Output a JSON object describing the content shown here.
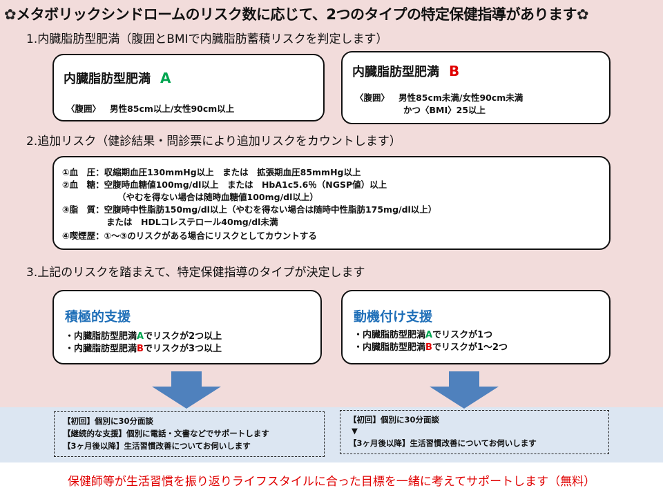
{
  "title": {
    "flower_left": "✿",
    "text": "メタボリックシンドロームのリスク数に応じて、2つのタイプの特定保健指導があります",
    "flower_right": "✿"
  },
  "section1": {
    "heading": "1.内臓脂肪型肥満（腹囲とBMIで内臓脂肪蓄積リスクを判定します）",
    "boxA": {
      "title": "内臓脂肪型肥満",
      "letter": "A",
      "label": "〈腹囲〉",
      "criteria": "男性85cm以上/女性90cm以上"
    },
    "boxB": {
      "title": "内臓脂肪型肥満",
      "letter": "B",
      "label": "〈腹囲〉",
      "criteria1": "男性85cm未満/女性90cm未満",
      "criteria2": "かつ〈BMI〉25以上"
    }
  },
  "section2": {
    "heading": "2.追加リスク（健診結果・問診票により追加リスクをカウントします）",
    "lines": [
      "①血　圧：収縮期血圧130mmHg以上　または　拡張期血圧85mmHg以上",
      "②血　糖：空腹時血糖値100mg/dl以上　または　HbA1c5.6％（NGSP値）以上",
      "（やむを得ない場合は随時血糖値100mg/dl以上）",
      "③脂　質：空腹時中性脂肪150mg/dl以上（やむを得ない場合は随時中性脂肪175mg/dl以上）",
      "または　HDLコレステロール40mg/dl未満",
      "④喫煙歴：①～③のリスクがある場合にリスクとしてカウントする"
    ]
  },
  "section3": {
    "heading": "3.上記のリスクを踏まえて、特定保健指導のタイプが決定します",
    "active": {
      "title": "積極的支援",
      "line1_pre": "・内臓脂肪型肥満",
      "line1_letter": "A",
      "line1_post": "でリスクが2つ以上",
      "line2_pre": "・内臓脂肪型肥満",
      "line2_letter": "B",
      "line2_post": "でリスクが3つ以上"
    },
    "motivation": {
      "title": "動機付け支援",
      "line1_pre": "・内臓脂肪型肥満",
      "line1_letter": "A",
      "line1_post": "でリスクが1つ",
      "line2_pre": "・内臓脂肪型肥満",
      "line2_letter": "B",
      "line2_post": "でリスクが1～2つ"
    }
  },
  "details_active": [
    "【初回】個別に30分面談",
    "【継続的な支援】個別に電話・文書などでサポートします",
    "【3ヶ月後以降】生活習慣改善についてお伺いします"
  ],
  "details_motivation": [
    "【初回】個別に30分面談",
    "▼",
    "【3ヶ月後以降】生活習慣改善についてお伺いします"
  ],
  "footer": "保健師等が生活習慣を振り返りライフスタイルに合った目標を一緒に考えてサポートします（無料）",
  "colors": {
    "pink_bg": "#f2dcdb",
    "blue_bg": "#dce6f2",
    "green": "#00a550",
    "red": "#e00000",
    "blue_title": "#1f6fb8",
    "arrow": "#4f81bd"
  }
}
